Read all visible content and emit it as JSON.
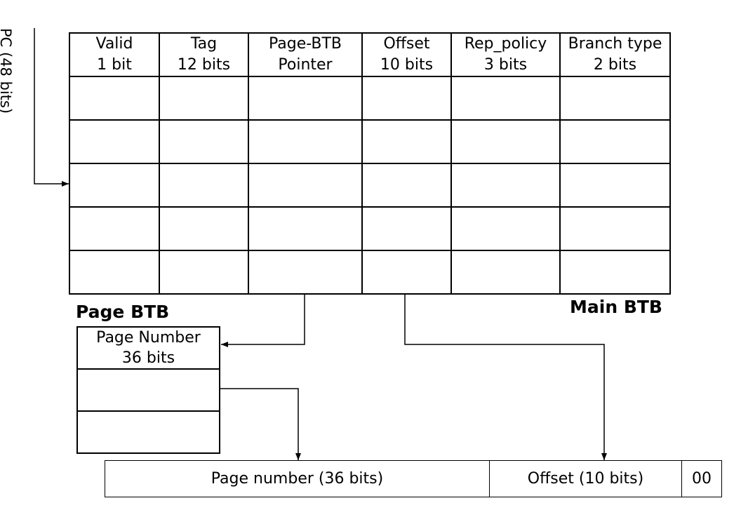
{
  "pc_label": "PC (48 bits)",
  "main_btb": {
    "title": "Main BTB",
    "columns": [
      {
        "name": "Valid",
        "size": "1 bit"
      },
      {
        "name": "Tag",
        "size": "12 bits"
      },
      {
        "name": "Page-BTB",
        "size": "Pointer"
      },
      {
        "name": "Offset",
        "size": "10 bits"
      },
      {
        "name": "Rep_policy",
        "size": "3 bits"
      },
      {
        "name": "Branch type",
        "size": "2 bits"
      }
    ]
  },
  "page_btb": {
    "title": "Page BTB",
    "header_line1": "Page Number",
    "header_line2": "36 bits"
  },
  "address": {
    "page_number": "Page number (36 bits)",
    "offset": "Offset (10 bits)",
    "low_bits": "00"
  }
}
